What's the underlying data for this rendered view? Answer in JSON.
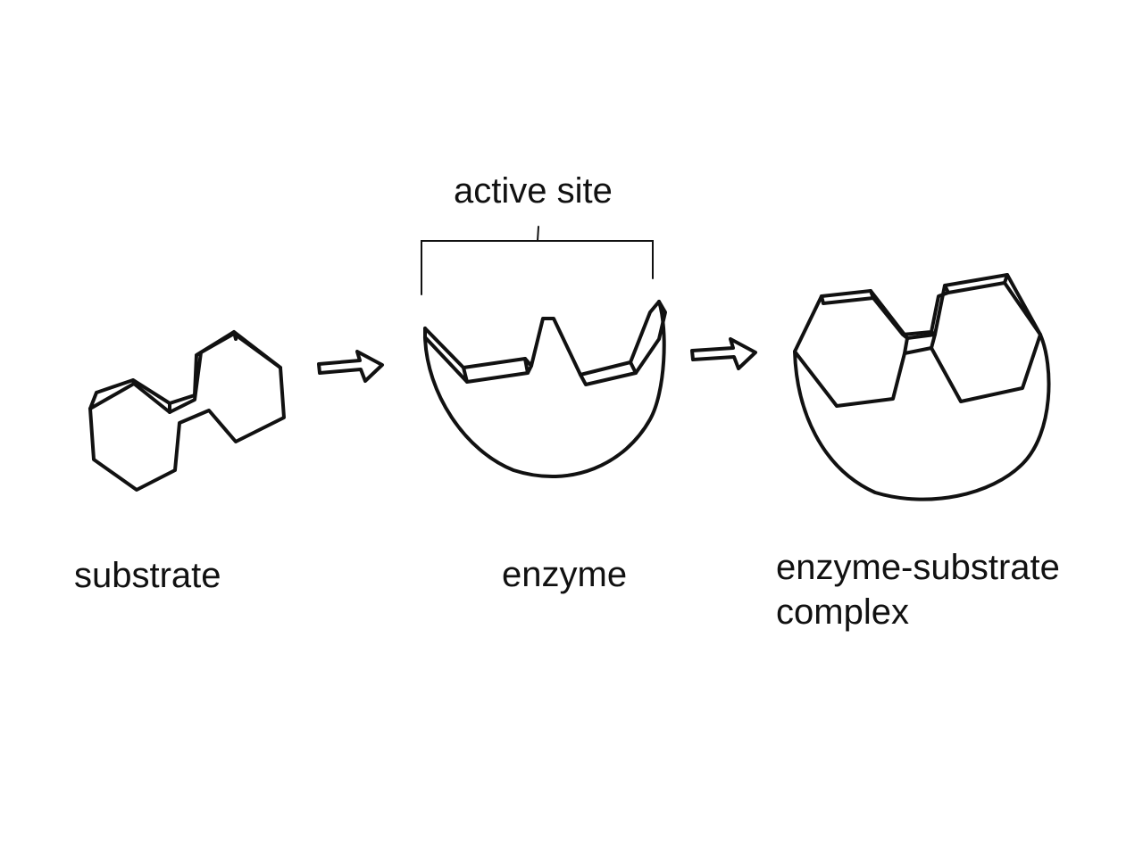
{
  "labels": {
    "active_site": "active site",
    "substrate": "substrate",
    "enzyme": "enzyme",
    "complex_line1": "enzyme-substrate",
    "complex_line2": "complex"
  },
  "colors": {
    "ink": "#111111",
    "background": "#ffffff"
  }
}
